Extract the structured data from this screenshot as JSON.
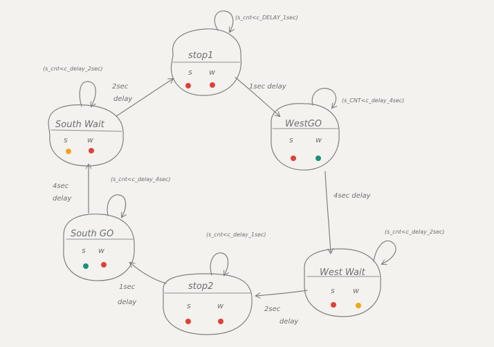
{
  "colors": {
    "paper": "#f3f2ef",
    "pencil": "#7f7f7f",
    "red": "#e0403a",
    "yellow": "#f0a41c",
    "green": "#1e8f7a"
  },
  "states": {
    "stop1": {
      "title": "stop1",
      "s": "s",
      "w": "w",
      "s_light": "red",
      "w_light": "red",
      "self_loop": "(s_cnt<c_DELAY_1sec)"
    },
    "westgo": {
      "title": "WestGO",
      "s": "s",
      "w": "w",
      "s_light": "red",
      "w_light": "green",
      "self_loop": "(s_CNT<c_delay_4sec)"
    },
    "westwait": {
      "title": "West Wait",
      "s": "s",
      "w": "w",
      "s_light": "red",
      "w_light": "yellow",
      "self_loop": "(s_cnt<c_delay_2sec)"
    },
    "stop2": {
      "title": "stop2",
      "s": "s",
      "w": "w",
      "s_light": "red",
      "w_light": "red",
      "self_loop": "(s_cnt<c_delay_1sec)"
    },
    "southgo": {
      "title": "South GO",
      "s": "s",
      "w": "w",
      "s_light": "green",
      "w_light": "red",
      "self_loop": "(s_cnt<c_delay_4sec)"
    },
    "southwait": {
      "title": "South Wait",
      "s": "s",
      "w": "w",
      "s_light": "yellow",
      "w_light": "red",
      "self_loop": "(s_cnt<c_delay_2sec)"
    }
  },
  "edges": {
    "stop1_to_westgo": {
      "line1": "1sec delay",
      "line2": ""
    },
    "westgo_to_westwait": {
      "line1": "4sec delay",
      "line2": ""
    },
    "westwait_to_stop2": {
      "line1": "2sec",
      "line2": "delay"
    },
    "stop2_to_southgo": {
      "line1": "1sec",
      "line2": "delay"
    },
    "southgo_to_southwait": {
      "line1": "4sec",
      "line2": "delay"
    },
    "southwait_to_stop1": {
      "line1": "2sec",
      "line2": "delay"
    }
  }
}
